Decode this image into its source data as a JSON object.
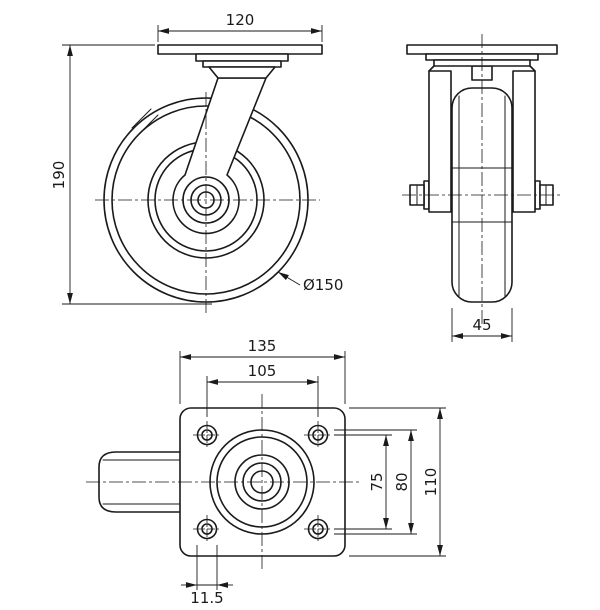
{
  "colors": {
    "ink": "#1a1a1a",
    "background": "#ffffff"
  },
  "dimensions": {
    "side": {
      "plate_width": "120",
      "overall_height": "190",
      "wheel_diameter": "Ø150"
    },
    "front": {
      "wheel_width": "45"
    },
    "top": {
      "plate_length": "135",
      "hole_spacing_x": "105",
      "hole_spacing_y": "75",
      "slot_spacing_y": "80",
      "plate_depth": "110",
      "hole_diameter": "11.5"
    }
  }
}
